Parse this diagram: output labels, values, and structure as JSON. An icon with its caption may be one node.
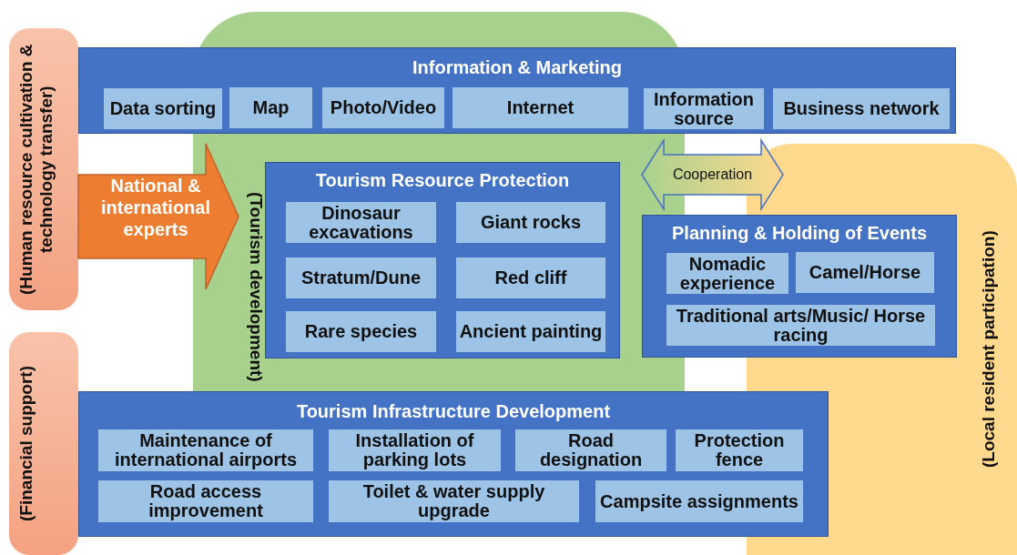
{
  "diagram": {
    "nodes": [
      {
        "text": [
          "(Human resource cultivation & technology transfer)"
        ]
      },
      {
        "text": [
          "(Financial support)"
        ]
      },
      {
        "text": [
          "(Tourism development)"
        ]
      },
      {
        "text": [
          "(Local resident participation)"
        ]
      },
      {
        "text": [
          "Information & Marketing"
        ]
      },
      {
        "text": [
          "Data sorting"
        ],
        "in": 4
      },
      {
        "text": [
          "Map"
        ]
      },
      {
        "text": [
          "Photo/Video"
        ]
      },
      {
        "text": [
          "Internet"
        ]
      },
      {
        "text": [
          "Information source"
        ],
        "in": 4
      },
      {
        "text": [
          "Business network"
        ],
        "in": 4
      },
      {
        "text": [
          "Tourism Resource Protection"
        ],
        "in": 2
      },
      {
        "text": [
          "Dinosaur excavations"
        ],
        "in": 11
      },
      {
        "text": [
          "Giant rocks"
        ],
        "in": 11
      },
      {
        "text": [
          "Stratum/Dune"
        ],
        "in": 11
      },
      {
        "text": [
          "Red cliff"
        ],
        "in": 11
      },
      {
        "text": [
          "Rare species"
        ],
        "in": 11
      },
      {
        "text": [
          "Ancient painting"
        ],
        "in": 11
      },
      {
        "text": [
          "Planning & Holding of Events"
        ]
      },
      {
        "text": [
          "Nomadic experience"
        ],
        "in": 18
      },
      {
        "text": [
          "Camel/Horse"
        ]
      },
      {
        "text": [
          "Traditional arts/Music/ Horse racing"
        ],
        "in": 18
      },
      {
        "text": [
          "Tourism Infrastructure Development"
        ]
      },
      {
        "text": [
          "Maintenance of international airports"
        ],
        "in": 22
      },
      {
        "text": [
          "Installation of parking lots"
        ],
        "in": 22
      },
      {
        "text": [
          "Road designation"
        ],
        "in": 22
      },
      {
        "text": [
          "Protection fence"
        ],
        "in": 22
      },
      {
        "text": [
          "Road access improvement"
        ],
        "in": 22
      },
      {
        "text": [
          "Toilet & water supply upgrade"
        ],
        "in": 22
      },
      {
        "text": [
          "Campsite assignments"
        ],
        "in": 22
      }
    ],
    "edges": [
      {
        "from": 0,
        "to": 2,
        "arrow": "to",
        "label": "National & international experts",
        "style": "thick",
        "color": "#ed7d31"
      },
      {
        "from": 2,
        "to": 3,
        "arrow": "both",
        "label": "Cooperation",
        "style": "thick"
      }
    ]
  }
}
